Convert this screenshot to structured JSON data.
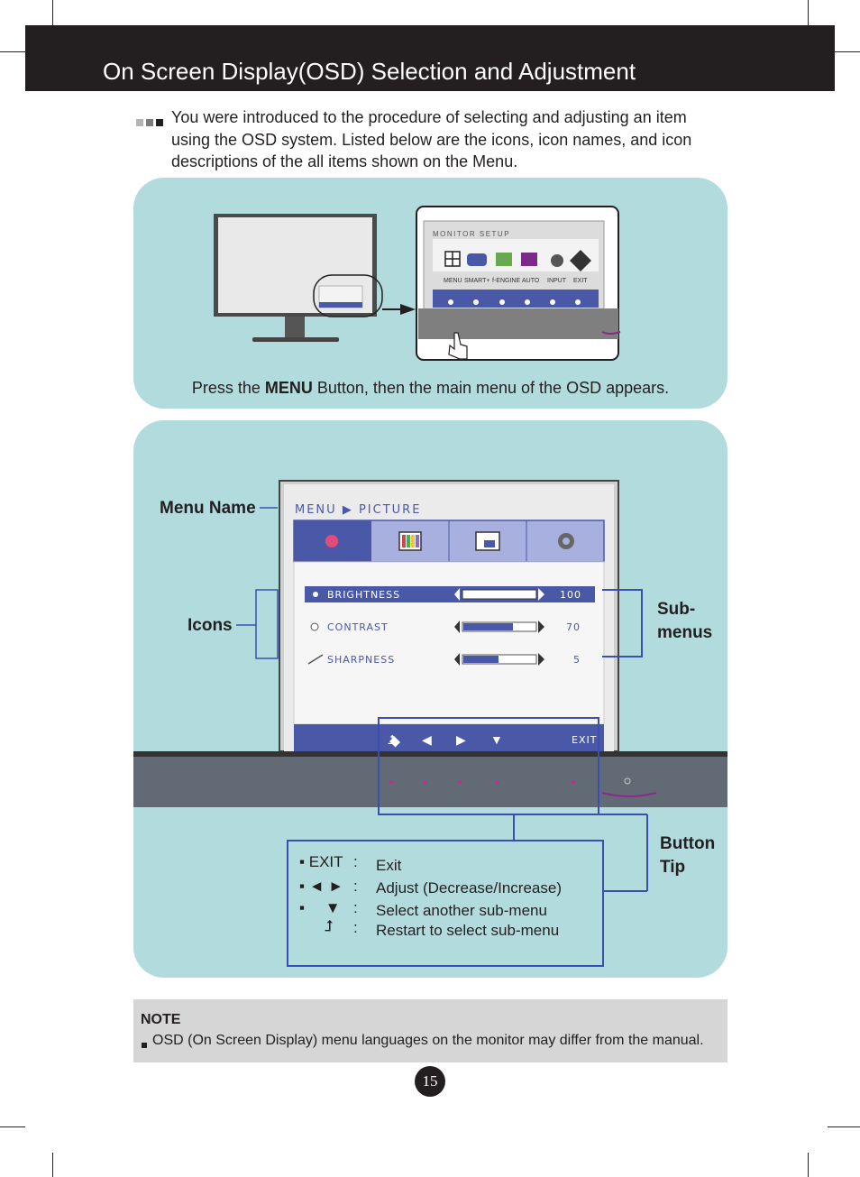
{
  "header": {
    "title": "On Screen Display(OSD) Selection and Adjustment"
  },
  "intro": {
    "text": "You were introduced to the procedure of selecting and adjusting an item using the OSD system. Listed below are the icons, icon names, and icon descriptions of the all items shown on the Menu."
  },
  "panel1": {
    "caption_prefix": "Press the ",
    "caption_bold": "MENU",
    "caption_suffix": " Button, then the main menu of the OSD appears.",
    "osd_title": "MONITOR SETUP",
    "osd_items": [
      "MENU",
      "SMART+",
      "f-ENGINE",
      "AUTO",
      "INPUT",
      "EXIT"
    ]
  },
  "panel2": {
    "label_menu_name": "Menu Name",
    "label_icons": "Icons",
    "label_submenus_1": "Sub-",
    "label_submenus_2": "menus",
    "label_button_1": "Button",
    "label_button_2": "Tip",
    "osd_menu": "MENU",
    "osd_submenu": "PICTURE",
    "sub_items": [
      {
        "label": "BRIGHTNESS",
        "value": "100",
        "fill": 1.0,
        "selected": true
      },
      {
        "label": "CONTRAST",
        "value": "70",
        "fill": 0.7,
        "selected": false
      },
      {
        "label": "SHARPNESS",
        "value": "5",
        "fill": 0.5,
        "selected": false
      }
    ],
    "osd_exit": "EXIT"
  },
  "tips": {
    "exit_key": "EXIT",
    "colon": ":",
    "exit_desc": "Exit",
    "adjust_desc": "Adjust (Decrease/Increase)",
    "select_desc": "Select another sub-menu",
    "restart_desc": "Restart to select sub-menu"
  },
  "note": {
    "title": "NOTE",
    "text": "OSD (On Screen Display) menu languages on the monitor may differ from the manual."
  },
  "page_number": "15",
  "colors": {
    "panel": "#b2dbde",
    "osd_blue": "#4a58a8",
    "osd_light": "#a8b0e0",
    "accent_line": "#3b4fb0"
  }
}
